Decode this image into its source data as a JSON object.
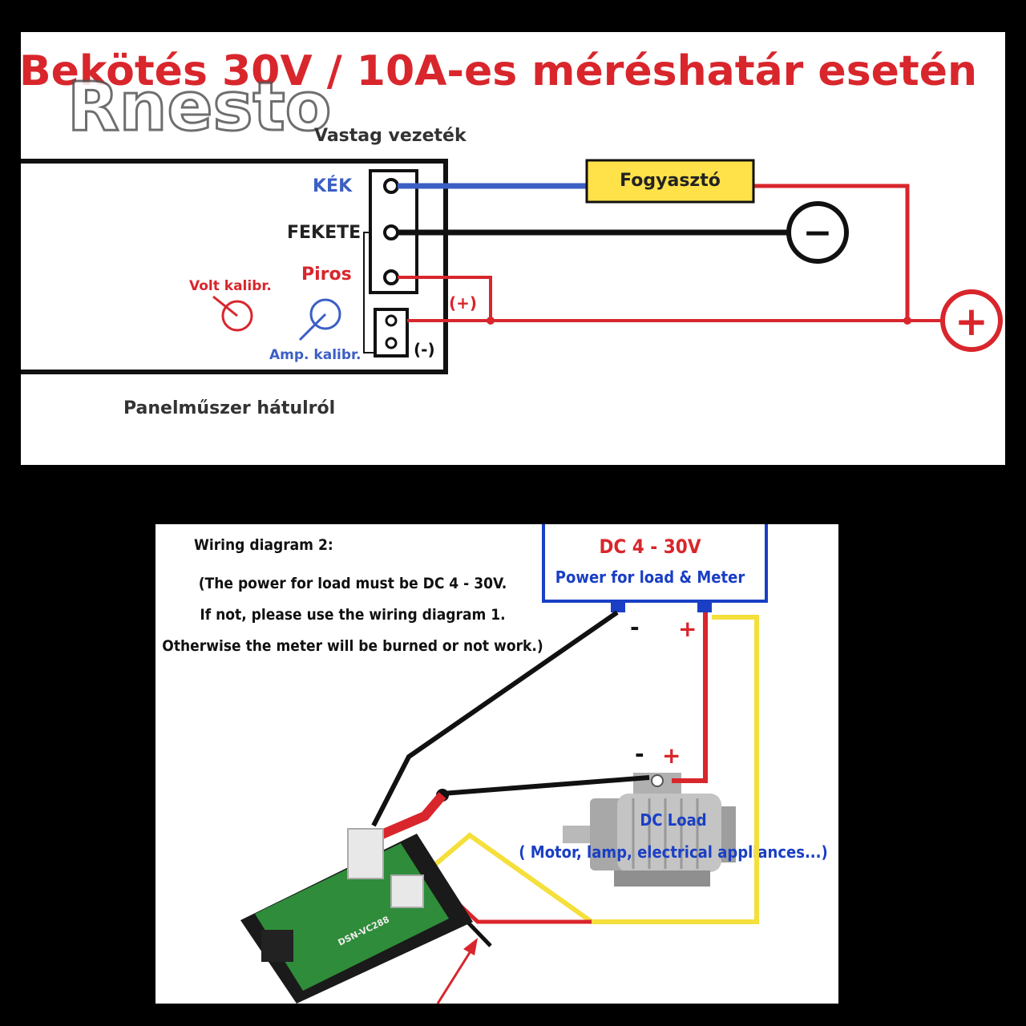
{
  "top": {
    "title": "Bekötés 30V / 10A-es méréshatár esetén",
    "watermark": "Rnesto",
    "vastag": "Vastag vezeték",
    "kek": "KÉK",
    "fekete": "FEKETE",
    "piros": "Piros",
    "volt": "Volt kalibr.",
    "amp": "Amp. kalibr.",
    "fogyaszto": "Fogyasztó",
    "plus_label": "(+)",
    "minus_label": "(-)",
    "minus_symbol": "−",
    "plus_symbol": "+",
    "panel": "Panelműszer hátulról",
    "colors": {
      "title": "#d8262c",
      "blue": "#3b5fc4",
      "red": "#d8262c",
      "yellow": "#ffe14a"
    }
  },
  "bottom": {
    "heading": "Wiring diagram 2:",
    "note1": "(The power for load must be DC 4 - 30V.",
    "note2": "If not, please use the wiring diagram 1.",
    "note3": "Otherwise the meter will be burned or not work.)",
    "supply_title": "DC 4 - 30V",
    "supply_sub": "Power for load & Meter",
    "minus": "-",
    "plus": "+",
    "load_title": "DC Load",
    "load_sub": "( Motor, lamp, electrical appliances...)",
    "board_label": "DSN-VC288",
    "colors": {
      "blue": "#1a3fc4",
      "red": "#d8262c",
      "yellow": "#f5df3b",
      "board": "#2f8c3a"
    }
  }
}
